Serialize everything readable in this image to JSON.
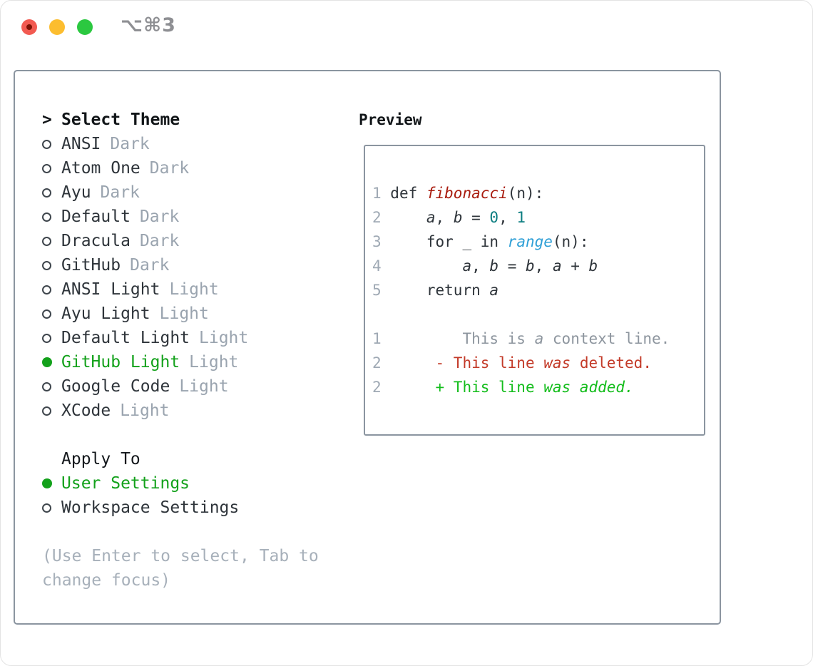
{
  "window": {
    "title": "⌥⌘3"
  },
  "colors": {
    "selection_green": "#13a11b",
    "added_green": "#14bd1c",
    "deleted_red": "#c33a28",
    "function_red": "#a91c0f",
    "number_teal": "#0b7d80",
    "builtin_blue": "#2e9fd6",
    "text_dark": "#2e343a",
    "muted_gray": "#9aa4af",
    "linenum_gray": "#9fa9b4",
    "context_gray": "#8d959e",
    "border_gray": "#8b95a0",
    "traffic_red": "#f25a51",
    "traffic_yellow": "#fcbd2f",
    "traffic_green": "#2bc840"
  },
  "theme_panel": {
    "prompt": ">",
    "header": "Select Theme",
    "themes": [
      {
        "name": "ANSI",
        "variant": "Dark",
        "selected": false
      },
      {
        "name": "Atom One",
        "variant": "Dark",
        "selected": false
      },
      {
        "name": "Ayu",
        "variant": "Dark",
        "selected": false
      },
      {
        "name": "Default",
        "variant": "Dark",
        "selected": false
      },
      {
        "name": "Dracula",
        "variant": "Dark",
        "selected": false
      },
      {
        "name": "GitHub",
        "variant": "Dark",
        "selected": false
      },
      {
        "name": "ANSI Light",
        "variant": "Light",
        "selected": false
      },
      {
        "name": "Ayu Light",
        "variant": "Light",
        "selected": false
      },
      {
        "name": "Default Light",
        "variant": "Light",
        "selected": false
      },
      {
        "name": "GitHub Light",
        "variant": "Light",
        "selected": true
      },
      {
        "name": "Google Code",
        "variant": "Light",
        "selected": false
      },
      {
        "name": "XCode",
        "variant": "Light",
        "selected": false
      }
    ],
    "apply_to": {
      "label": "Apply To",
      "options": [
        {
          "name": "User Settings",
          "selected": true
        },
        {
          "name": "Workspace Settings",
          "selected": false
        }
      ]
    },
    "hint": "(Use Enter to select, Tab to change focus)"
  },
  "preview": {
    "title": "Preview",
    "lines": [
      [
        {
          "t": "1",
          "s": "ln"
        },
        {
          "t": " def ",
          "s": "pl"
        },
        {
          "t": "fibonacci",
          "s": "fn"
        },
        {
          "t": "(n):",
          "s": "pl"
        }
      ],
      [
        {
          "t": "2",
          "s": "ln"
        },
        {
          "t": "     ",
          "s": "pl"
        },
        {
          "t": "a",
          "s": "var"
        },
        {
          "t": ", ",
          "s": "pl"
        },
        {
          "t": "b",
          "s": "var"
        },
        {
          "t": " = ",
          "s": "pl"
        },
        {
          "t": "0",
          "s": "num"
        },
        {
          "t": ", ",
          "s": "pl"
        },
        {
          "t": "1",
          "s": "num"
        }
      ],
      [
        {
          "t": "3",
          "s": "ln"
        },
        {
          "t": "     for _ in ",
          "s": "pl"
        },
        {
          "t": "range",
          "s": "bi"
        },
        {
          "t": "(n):",
          "s": "pl"
        }
      ],
      [
        {
          "t": "4",
          "s": "ln"
        },
        {
          "t": "         ",
          "s": "pl"
        },
        {
          "t": "a",
          "s": "var"
        },
        {
          "t": ", ",
          "s": "pl"
        },
        {
          "t": "b",
          "s": "var"
        },
        {
          "t": " = ",
          "s": "pl"
        },
        {
          "t": "b",
          "s": "var"
        },
        {
          "t": ", ",
          "s": "pl"
        },
        {
          "t": "a",
          "s": "var"
        },
        {
          "t": " + ",
          "s": "pl"
        },
        {
          "t": "b",
          "s": "var"
        }
      ],
      [
        {
          "t": "5",
          "s": "ln"
        },
        {
          "t": "     return ",
          "s": "pl"
        },
        {
          "t": "a",
          "s": "var"
        }
      ],
      [],
      [
        {
          "t": "1",
          "s": "ln"
        },
        {
          "t": "         ",
          "s": "pl"
        },
        {
          "t": "This is ",
          "s": "ctx"
        },
        {
          "t": "a",
          "s": "ctxi"
        },
        {
          "t": " context line.",
          "s": "ctx"
        }
      ],
      [
        {
          "t": "2",
          "s": "ln"
        },
        {
          "t": "      ",
          "s": "pl"
        },
        {
          "t": "- This line ",
          "s": "del"
        },
        {
          "t": "was",
          "s": "deli"
        },
        {
          "t": " deleted.",
          "s": "del"
        }
      ],
      [
        {
          "t": "2",
          "s": "ln"
        },
        {
          "t": "      ",
          "s": "pl"
        },
        {
          "t": "+ This line ",
          "s": "add"
        },
        {
          "t": "was added.",
          "s": "addi"
        }
      ]
    ]
  }
}
